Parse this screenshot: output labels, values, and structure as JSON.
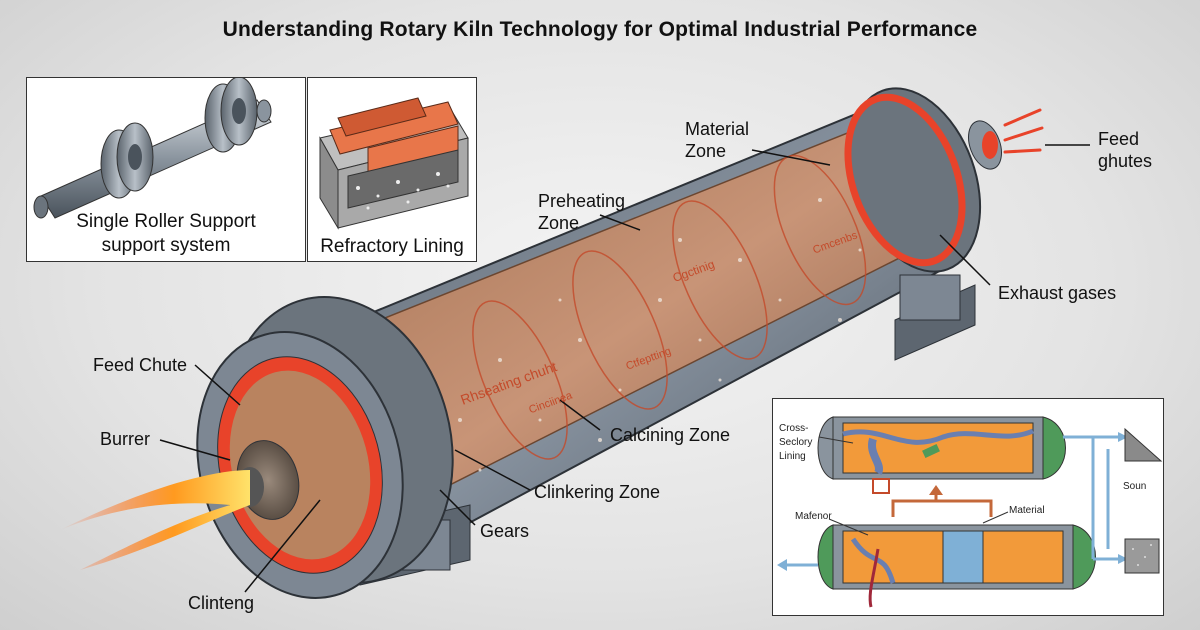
{
  "title": "Understanding Rotary Kiln Technology for Optimal Industrial Performance",
  "insets": {
    "roller_label_line1": "Single Roller Support",
    "roller_label_line2": "support system",
    "lining_label": "Refractory Lining"
  },
  "callouts": {
    "material_zone_line1": "Material",
    "material_zone_line2": "Zone",
    "preheating_zone_line1": "Preheating",
    "preheating_zone_line2": "Zone",
    "feed_ghutes_line1": "Feed",
    "feed_ghutes_line2": "ghutes",
    "exhaust_gases": "Exhaust gases",
    "feed_chute": "Feed Chute",
    "burrer": "Burrer",
    "calcining_zone": "Calcining Zone",
    "clinkering_zone": "Clinkering Zone",
    "gears": "Gears",
    "clinteng": "Clinteng"
  },
  "drum_text": {
    "rhseating_chuht": "Rhseating chuht",
    "cgctinig": "Cgctinig",
    "cinciinea": "Cinciinea",
    "ctfeptting": "Ctfeptting",
    "cmcenbs": "Cmcenbs"
  },
  "schematic": {
    "cross_line1": "Cross-",
    "cross_line2": "Seclory",
    "cross_line3": "Lining",
    "soun": "Soun",
    "mafenor": "Mafenor",
    "material": "Material"
  },
  "colors": {
    "steel": "#7d8793",
    "hot_ring": "#e8432a",
    "lining": "#b9835f",
    "flame": "#ff8a1c",
    "kiln_orange": "#f29a3a",
    "pipe_blue": "#7fb0d6",
    "cap_green": "#4f9a5a"
  }
}
